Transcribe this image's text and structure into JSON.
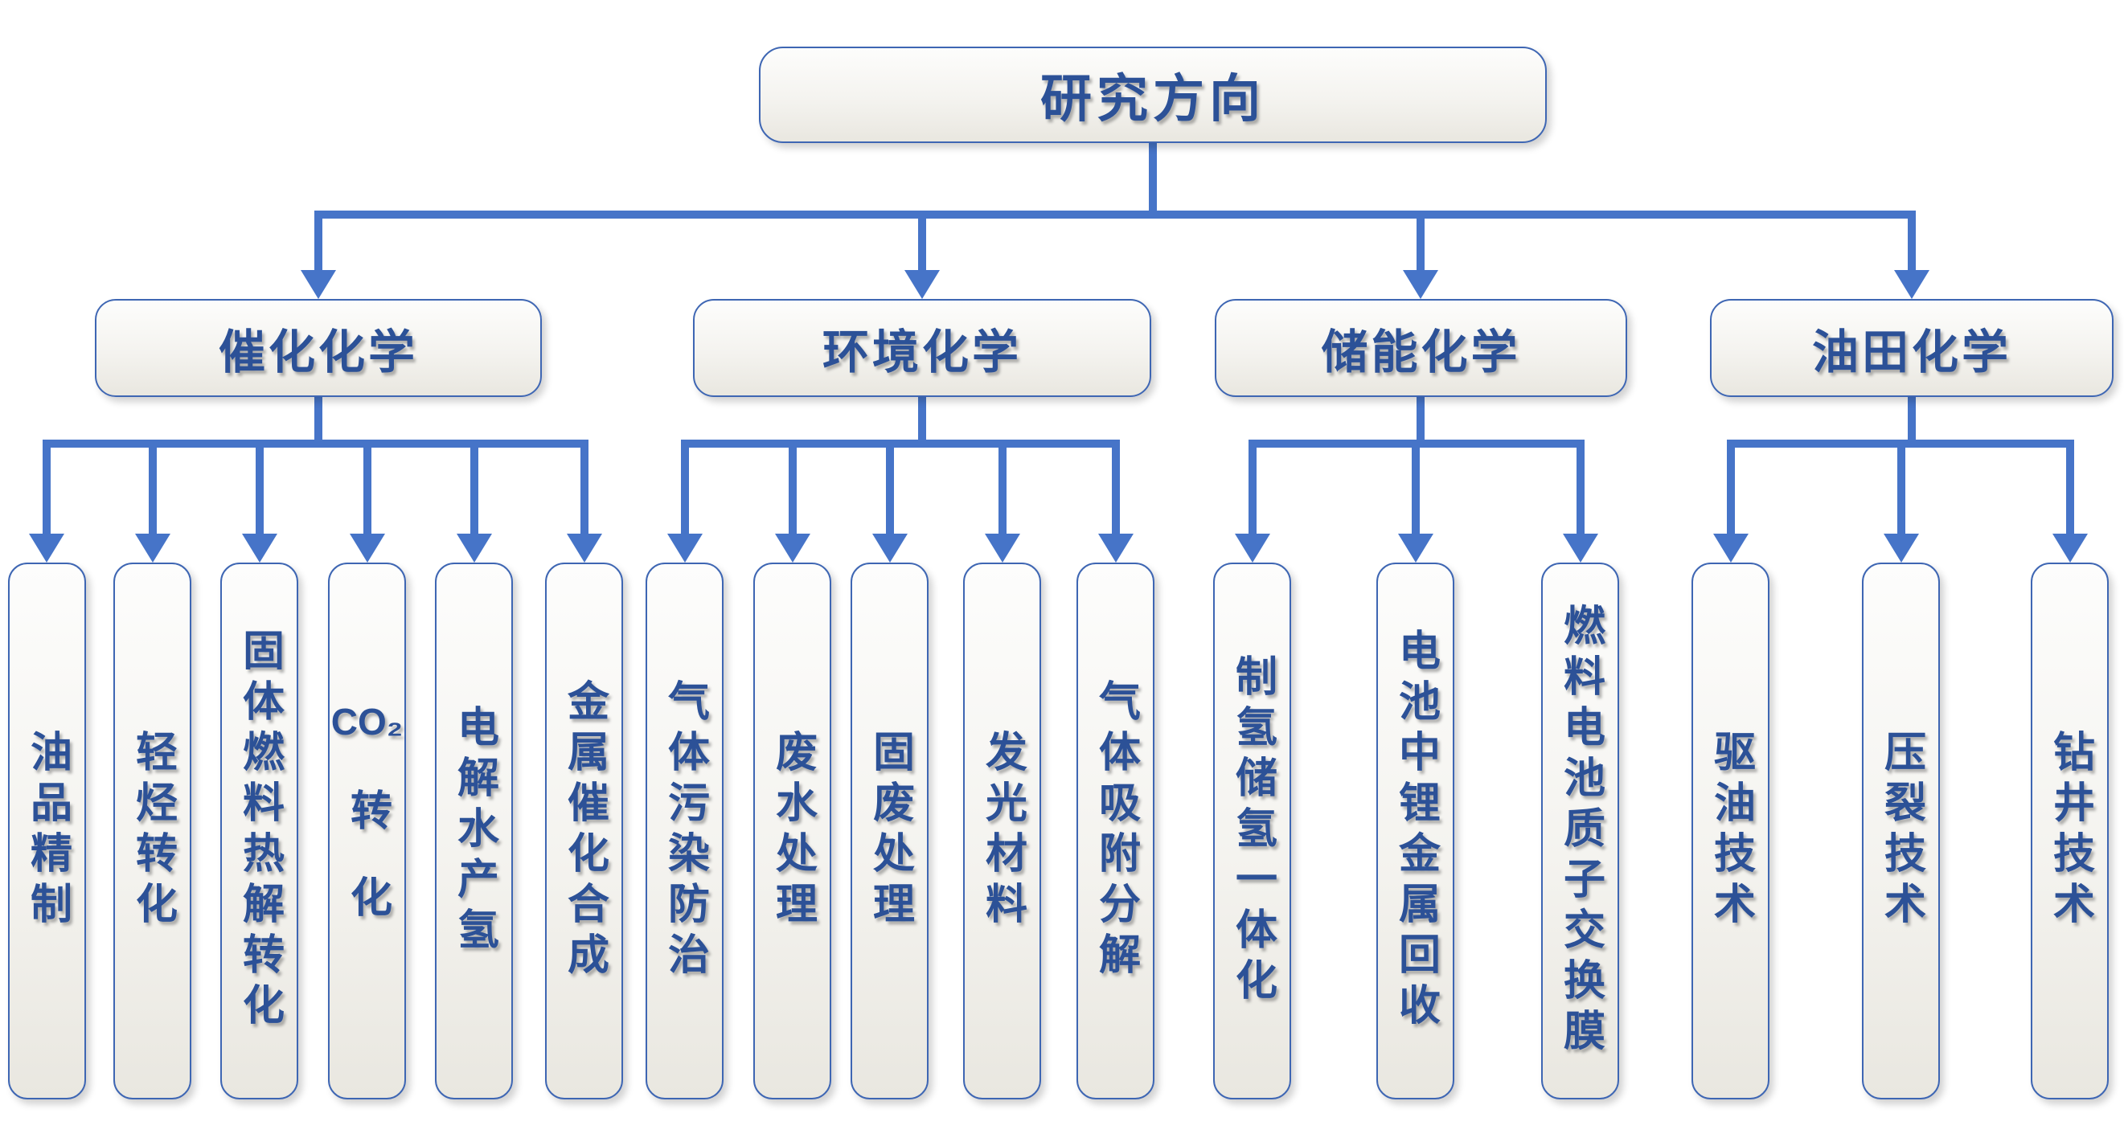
{
  "root": {
    "label": "研究方向"
  },
  "branches": [
    {
      "label": "催化化学",
      "children": [
        {
          "label": "油品精制"
        },
        {
          "label": "轻烃转化"
        },
        {
          "label": "固体燃料热解转化"
        },
        {
          "formula": "CO₂",
          "label": "转化"
        },
        {
          "label": "电解水产氢"
        },
        {
          "label": "金属催化合成"
        }
      ]
    },
    {
      "label": "环境化学",
      "children": [
        {
          "label": "气体污染防治"
        },
        {
          "label": "废水处理"
        },
        {
          "label": "固废处理"
        },
        {
          "label": "发光材料"
        },
        {
          "label": "气体吸附分解"
        }
      ]
    },
    {
      "label": "储能化学",
      "children": [
        {
          "label": "制氢储氢一体化"
        },
        {
          "label": "电池中锂金属回收"
        },
        {
          "label": "燃料电池质子交换膜"
        }
      ]
    },
    {
      "label": "油田化学",
      "children": [
        {
          "label": "驱油技术"
        },
        {
          "label": "压裂技术"
        },
        {
          "label": "钻井技术"
        }
      ]
    }
  ],
  "colors": {
    "connector": "#4674C8",
    "box_border": "#3E66B3",
    "text": "#2C5197",
    "box_fill_top": "#fdfdfc",
    "box_fill_bottom": "#e9e7e0"
  }
}
